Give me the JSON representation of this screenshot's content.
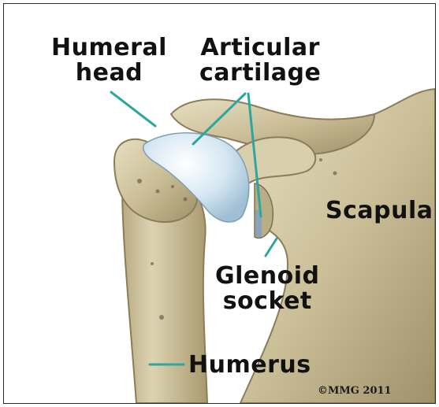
{
  "labels": {
    "humeral_head": [
      "Humeral",
      "head"
    ],
    "articular_cartilage": [
      "Articular",
      "cartilage"
    ],
    "scapula": "Scapula",
    "glenoid_socket": [
      "Glenoid",
      "socket"
    ],
    "humerus": "Humerus"
  },
  "copyright": "©MMG 2011",
  "colors": {
    "bone": "#cfc49f",
    "bone_shadow": "#9c8f68",
    "bone_highlight": "#e6ddbe",
    "cartilage": "#cfe3ef",
    "leader_line": "#2aa7a0",
    "text": "#111111"
  }
}
